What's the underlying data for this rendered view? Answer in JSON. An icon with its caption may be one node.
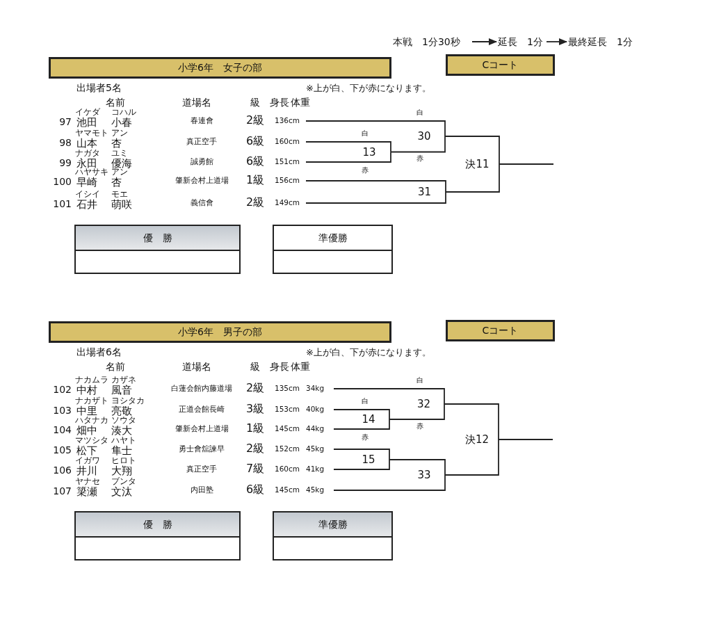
{
  "diagram": {
    "nodes": [
      {
        "text": [
          "本戦　1分30秒"
        ]
      },
      {
        "text": [
          "延長　1分"
        ]
      },
      {
        "text": [
          "最終延長　1分"
        ]
      },
      {
        "text": [
          "小学6年　女子の部"
        ]
      },
      {
        "text": [
          "Cコート"
        ]
      },
      {
        "text": [
          "97",
          "イケダ",
          "池田",
          "コハル",
          "小春",
          "春連會",
          "2級",
          "136cm"
        ]
      },
      {
        "text": [
          "98",
          "ヤマモト",
          "山本",
          "アン",
          "杏",
          "真正空手",
          "6級",
          "160cm"
        ]
      },
      {
        "text": [
          "99",
          "ナガタ",
          "永田",
          "ユミ",
          "優海",
          "誠勇館",
          "6級",
          "151cm"
        ]
      },
      {
        "text": [
          "100",
          "ハヤサキ",
          "早崎",
          "アン",
          "杏",
          "肇新会村上道場",
          "1級",
          "156cm"
        ]
      },
      {
        "text": [
          "101",
          "イシイ",
          "石井",
          "モエ",
          "萌咲",
          "義信會",
          "2級",
          "149cm"
        ]
      },
      {
        "text": [
          "13"
        ]
      },
      {
        "text": [
          "30"
        ]
      },
      {
        "text": [
          "31"
        ]
      },
      {
        "text": [
          "決11"
        ]
      },
      {
        "text": [
          "優　勝"
        ]
      },
      {
        "text": [
          "準優勝"
        ]
      },
      {
        "text": [
          "小学6年　男子の部"
        ]
      },
      {
        "text": [
          "Cコート"
        ]
      },
      {
        "text": [
          "102",
          "ナカムラ",
          "中村",
          "カザネ",
          "風音",
          "白蓮会館内藤道場",
          "2級",
          "135cm",
          "34kg"
        ]
      },
      {
        "text": [
          "103",
          "ナカザト",
          "中里",
          "ヨシタカ",
          "亮敬",
          "正道会館長崎",
          "3級",
          "153cm",
          "40kg"
        ]
      },
      {
        "text": [
          "104",
          "ハタナカ",
          "畑中",
          "ソウタ",
          "湊大",
          "肇新会村上道場",
          "1級",
          "145cm",
          "44kg"
        ]
      },
      {
        "text": [
          "105",
          "マツシタ",
          "松下",
          "ハヤト",
          "隼士",
          "勇士會舘諫早",
          "2級",
          "152cm",
          "45kg"
        ]
      },
      {
        "text": [
          "106",
          "イガワ",
          "井川",
          "ヒロト",
          "大翔",
          "真正空手",
          "7級",
          "160cm",
          "41kg"
        ]
      },
      {
        "text": [
          "107",
          "ヤナセ",
          "簗瀬",
          "ブンタ",
          "文汰",
          "内田塾",
          "6級",
          "145cm",
          "45kg"
        ]
      },
      {
        "text": [
          "14"
        ]
      },
      {
        "text": [
          "15"
        ]
      },
      {
        "text": [
          "32"
        ]
      },
      {
        "text": [
          "33"
        ]
      },
      {
        "text": [
          "決12"
        ]
      },
      {
        "text": [
          "優　勝"
        ]
      },
      {
        "text": [
          "準優勝"
        ]
      }
    ],
    "edges": [
      {
        "from": 0,
        "to": 1,
        "arrow": "to"
      },
      {
        "from": 1,
        "to": 2,
        "arrow": "to"
      },
      {
        "from": 5,
        "to": 11,
        "arrow": "none",
        "label": "白"
      },
      {
        "from": 6,
        "to": 10,
        "arrow": "none",
        "label": "白"
      },
      {
        "from": 7,
        "to": 10,
        "arrow": "none",
        "label": "赤"
      },
      {
        "from": 10,
        "to": 11,
        "arrow": "none",
        "label": "赤"
      },
      {
        "from": 8,
        "to": 12,
        "arrow": "none"
      },
      {
        "from": 9,
        "to": 12,
        "arrow": "none"
      },
      {
        "from": 11,
        "to": 13,
        "arrow": "none"
      },
      {
        "from": 12,
        "to": 13,
        "arrow": "none"
      },
      {
        "from": 13,
        "to": null,
        "arrow": "none"
      },
      {
        "from": 18,
        "to": 26,
        "arrow": "none",
        "label": "白"
      },
      {
        "from": 19,
        "to": 24,
        "arrow": "none",
        "label": "白"
      },
      {
        "from": 20,
        "to": 24,
        "arrow": "none",
        "label": "赤"
      },
      {
        "from": 24,
        "to": 26,
        "arrow": "none",
        "label": "赤"
      },
      {
        "from": 21,
        "to": 25,
        "arrow": "none"
      },
      {
        "from": 22,
        "to": 25,
        "arrow": "none"
      },
      {
        "from": 25,
        "to": 27,
        "arrow": "none"
      },
      {
        "from": 23,
        "to": 27,
        "arrow": "none"
      },
      {
        "from": 26,
        "to": 28,
        "arrow": "none"
      },
      {
        "from": 27,
        "to": 28,
        "arrow": "none"
      },
      {
        "from": 28,
        "to": null,
        "arrow": "none"
      }
    ],
    "labels": [
      "出場者5名",
      "※上が白、下が赤になります。",
      "名前",
      "道場名",
      "級",
      "身長",
      "体重",
      "出場者6名",
      "※上が白、下が赤になります。",
      "名前",
      "道場名",
      "級",
      "身長",
      "体重"
    ]
  }
}
